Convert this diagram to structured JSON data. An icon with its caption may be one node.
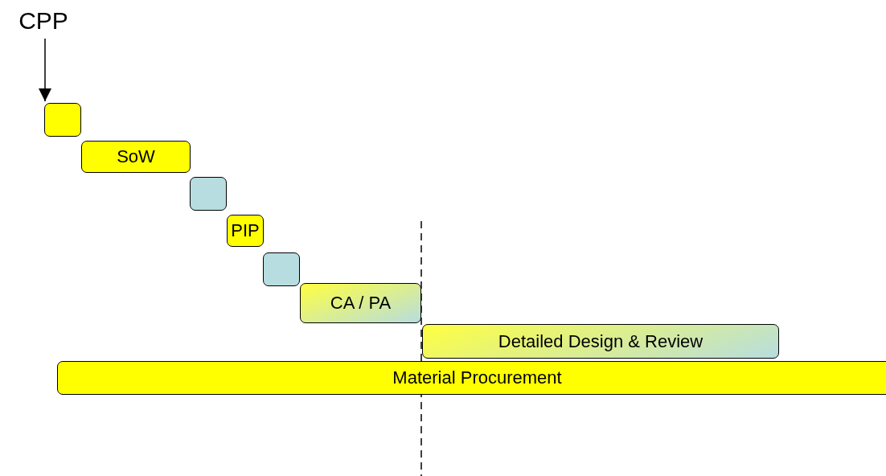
{
  "diagram": {
    "nodes": [
      {
        "text": [
          "CPP"
        ]
      },
      {
        "text": [],
        "shape": "box"
      },
      {
        "text": [
          "SoW"
        ]
      },
      {
        "text": [],
        "shape": "box"
      },
      {
        "text": [
          "PIP"
        ]
      },
      {
        "text": [],
        "shape": "box"
      },
      {
        "text": [
          "CA / PA"
        ]
      },
      {
        "text": [
          "Detailed Design & Review"
        ]
      },
      {
        "text": [
          "Material Procurement"
        ]
      }
    ],
    "edges": [
      {
        "from": 0,
        "to": 1,
        "arrow": "to"
      }
    ]
  }
}
